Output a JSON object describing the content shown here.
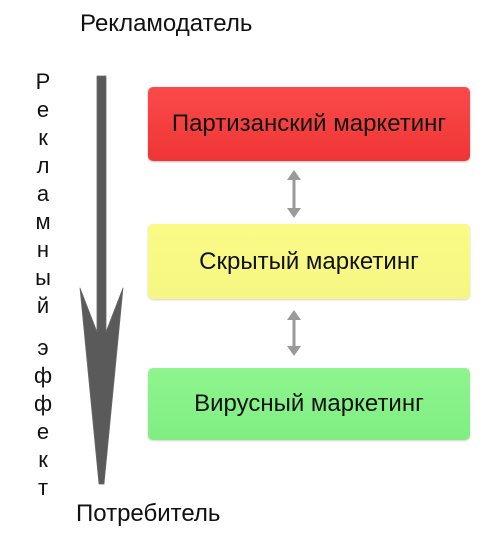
{
  "labels": {
    "top": "Рекламодатель",
    "bottom": "Потребитель",
    "vertical_words": [
      "Рекламный",
      "эффект"
    ]
  },
  "boxes": [
    {
      "text": "Партизанский маркетинг",
      "color": "#f43c3c"
    },
    {
      "text": "Скрытый маркетинг",
      "color": "#f8f885"
    },
    {
      "text": "Вирусный маркетинг",
      "color": "#86f287"
    }
  ],
  "colors": {
    "main_arrow": "#5a5a5a",
    "connector_arrow": "#9a9a9a"
  }
}
